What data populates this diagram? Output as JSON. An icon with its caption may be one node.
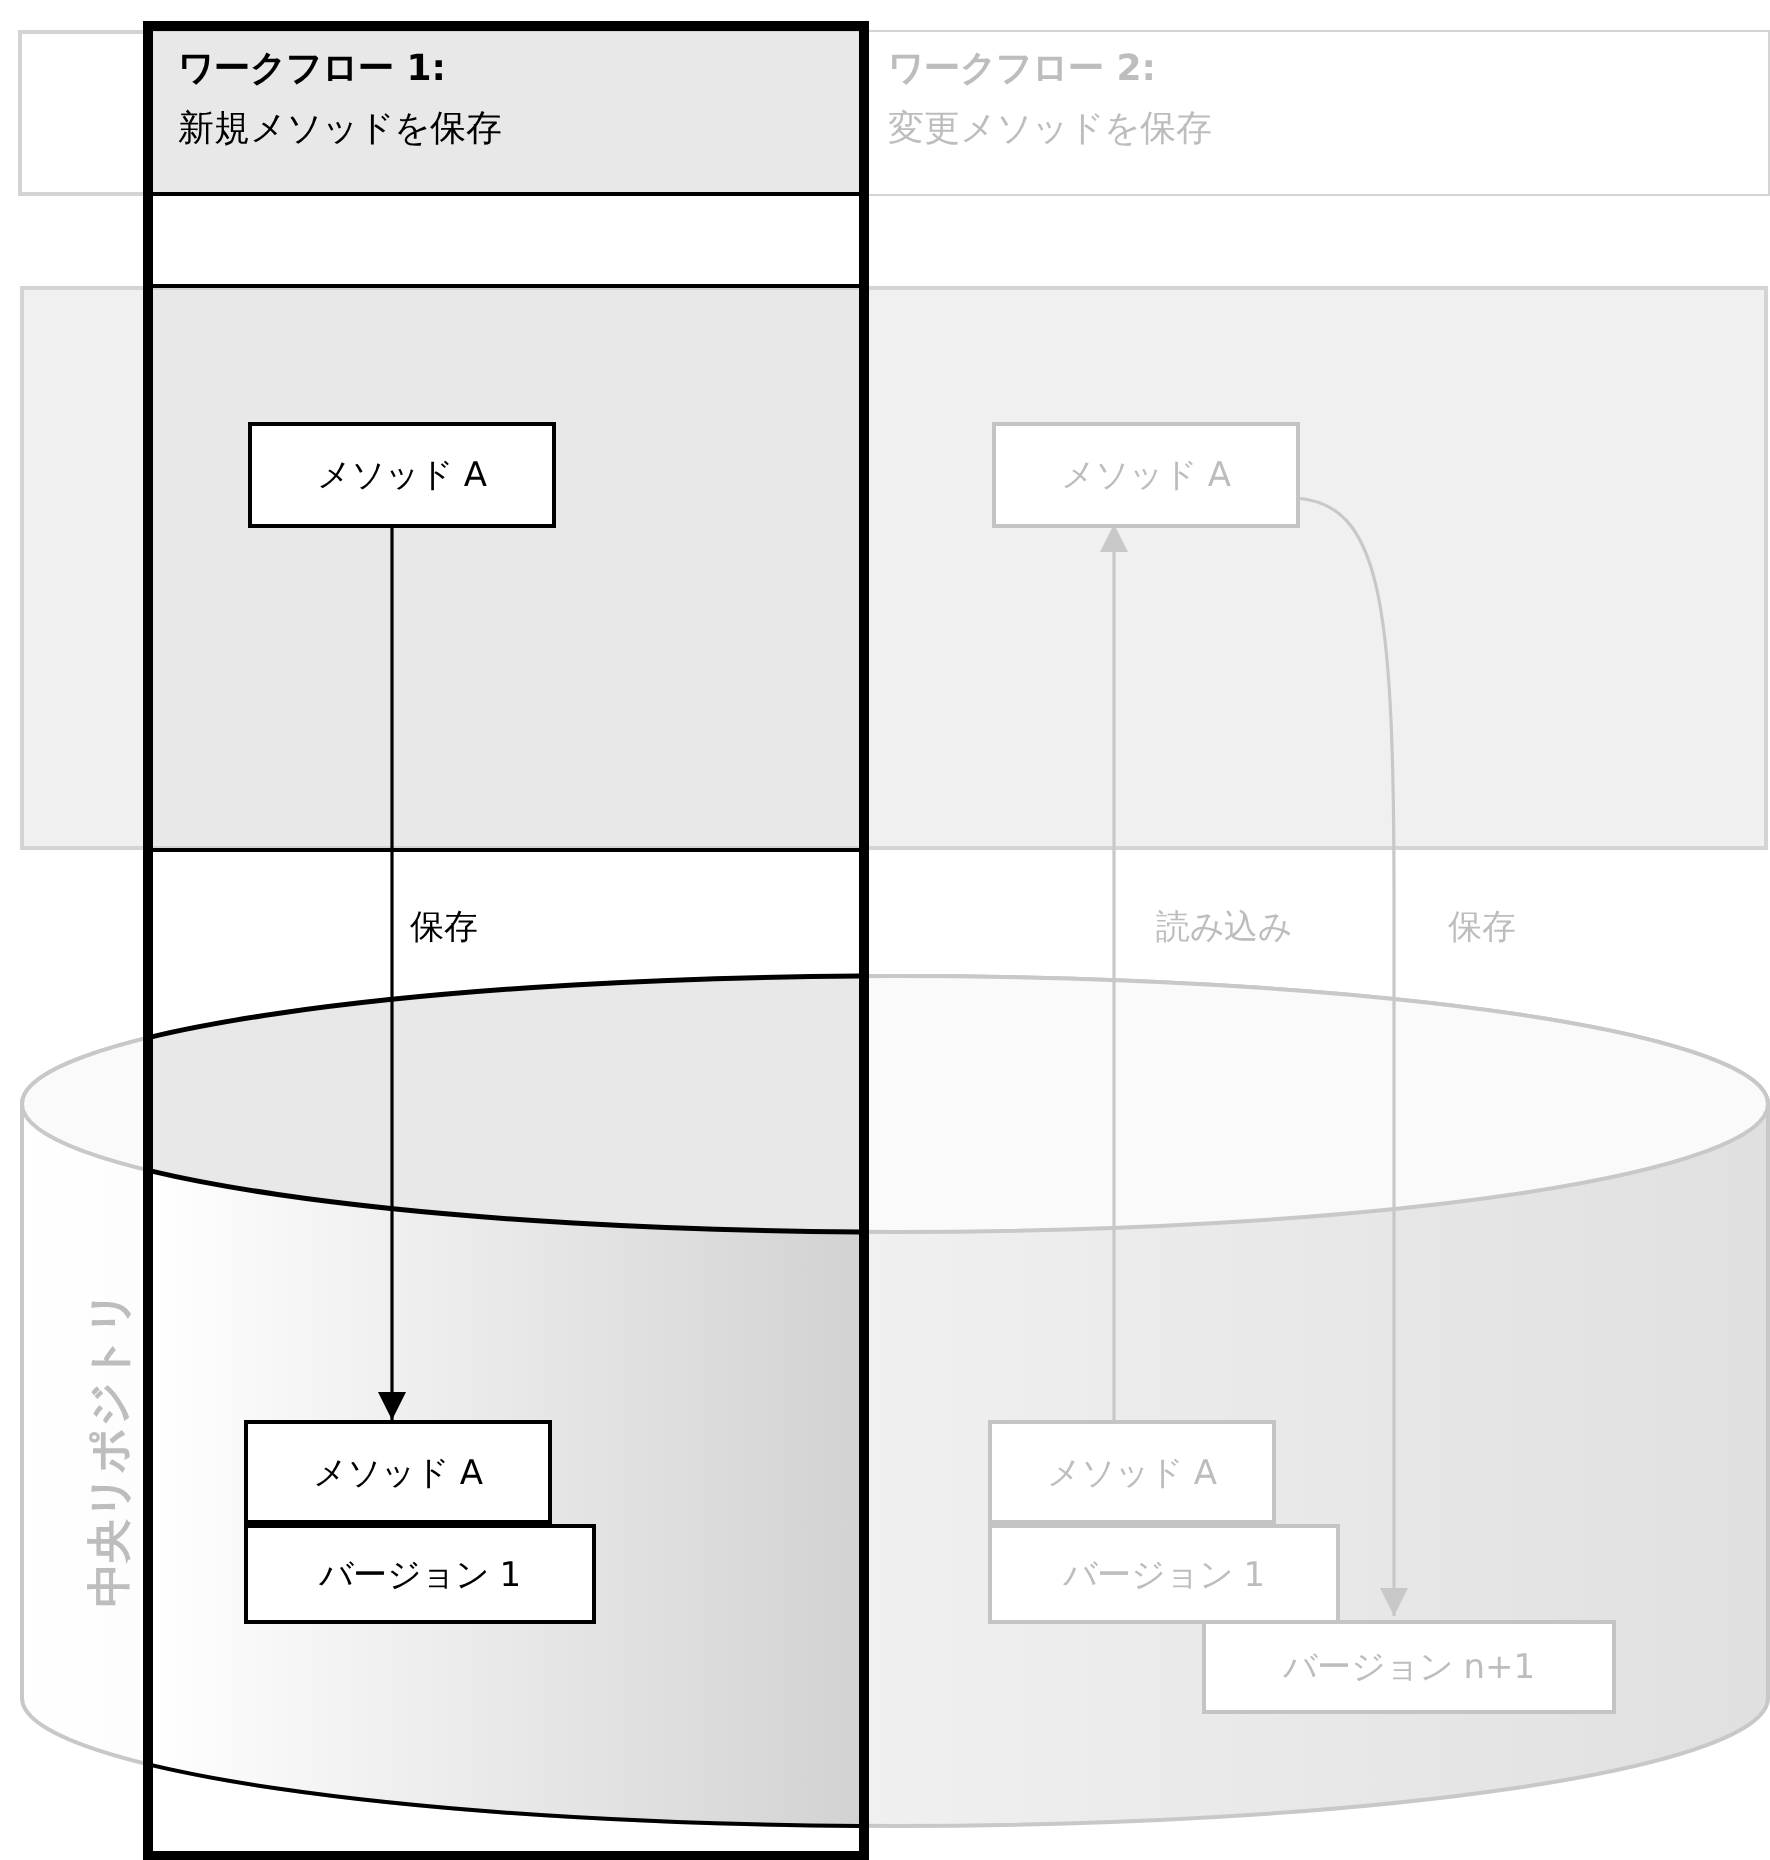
{
  "diagram": {
    "nodes": [
      {
        "text": [
          "ワークフロー 1:",
          "新規メソッドを保存"
        ]
      },
      {
        "text": [
          "ワークフロー 2:",
          "変更メソッドを保存"
        ]
      },
      {
        "text": [],
        "shape": "box"
      },
      {
        "text": [
          "メソッド A"
        ],
        "in": 2
      },
      {
        "text": [
          "メソッド A"
        ],
        "in": 2
      },
      {
        "text": [
          "中央リポジトリ"
        ]
      },
      {
        "text": [
          "メソッド A"
        ],
        "in": 5
      },
      {
        "text": [
          "バージョン 1"
        ],
        "in": 5
      },
      {
        "text": [
          "メソッド A"
        ],
        "in": 5
      },
      {
        "text": [
          "バージョン 1"
        ],
        "in": 5
      },
      {
        "text": [
          "バージョン n+1"
        ],
        "in": 5
      }
    ],
    "edges": [
      {
        "from": 3,
        "to": 6,
        "arrow": "to",
        "label": "保存",
        "color": "#000000"
      },
      {
        "from": 8,
        "to": 4,
        "arrow": "to",
        "label": "読み込み"
      },
      {
        "from": 4,
        "to": 10,
        "arrow": "to",
        "label": "保存"
      }
    ]
  }
}
